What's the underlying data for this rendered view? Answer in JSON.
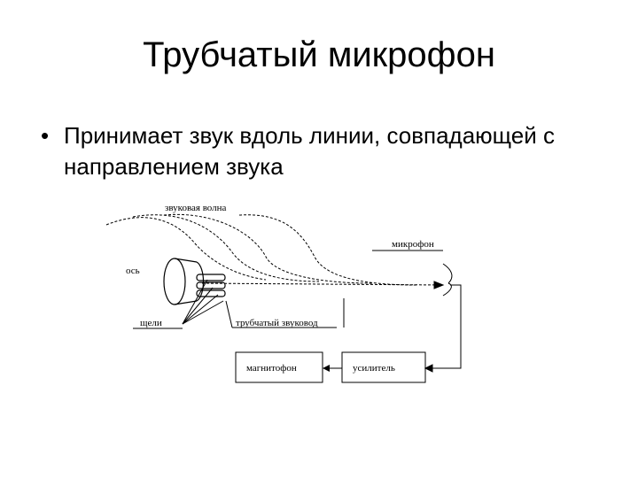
{
  "slide": {
    "title": "Трубчатый микрофон",
    "bullet": {
      "symbol": "•",
      "text": "Принимает звук вдоль линии, совпадающей с направлением звука"
    }
  },
  "diagram": {
    "labels": {
      "sound_wave": "звуковая волна",
      "microphone": "микрофон",
      "axis": "ось",
      "slots": "щели",
      "tube": "трубчатый звуковод",
      "recorder": "магнитофон",
      "amplifier": "усилитель"
    }
  }
}
